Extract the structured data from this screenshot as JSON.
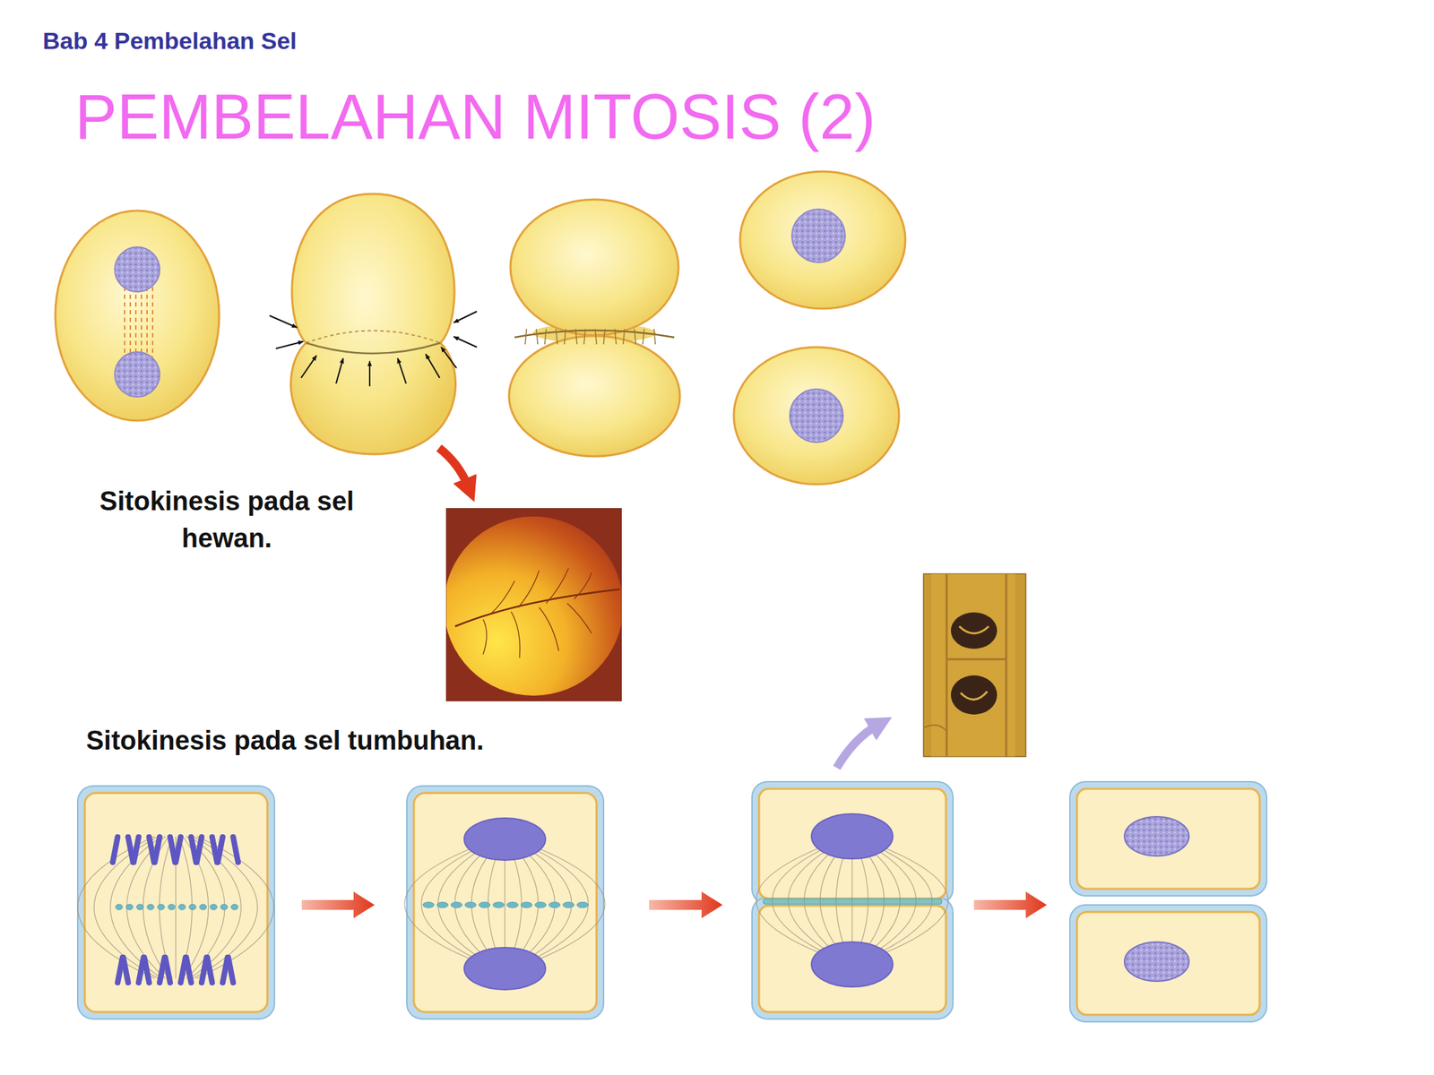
{
  "diagram": {
    "title": "PEMBELAHAN MITOSIS (2)",
    "labels": [
      "Bab 4 Pembelahan Sel",
      "Sitokinesis pada sel hewan.",
      "Sitokinesis pada sel tumbuhan."
    ]
  }
}
